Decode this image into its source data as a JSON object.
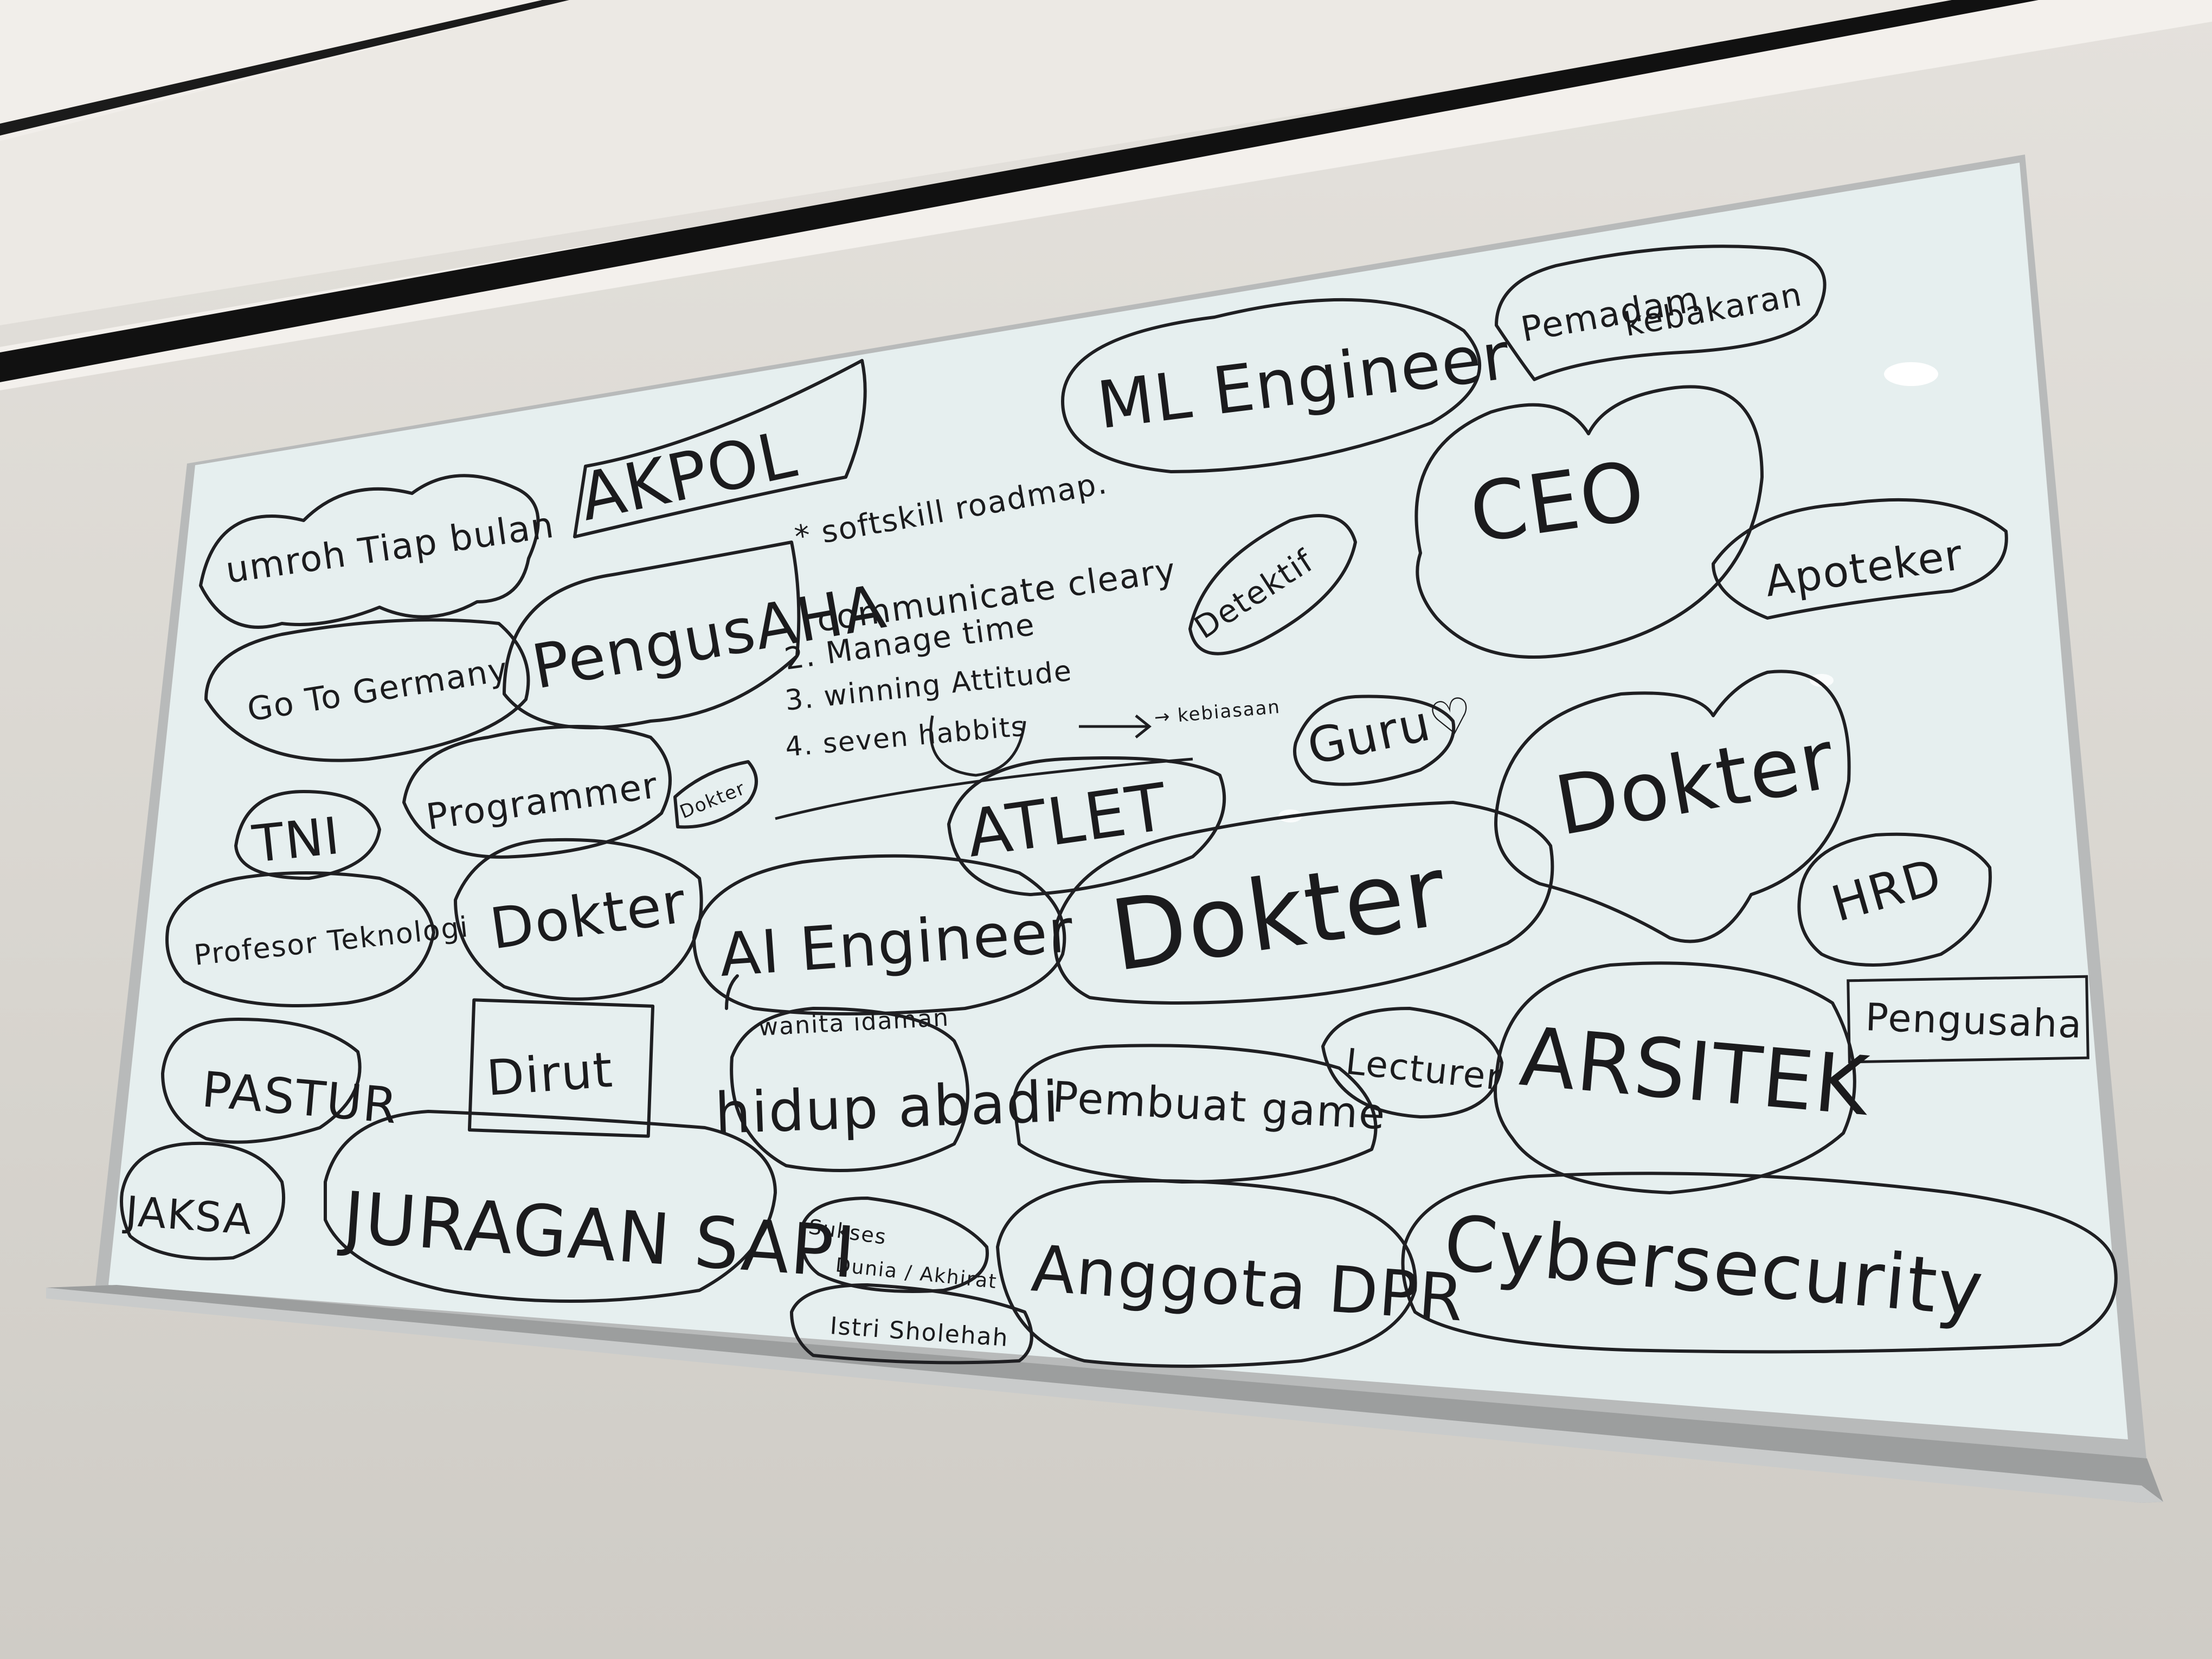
{
  "board": {
    "surface_color": "#e9f1f1",
    "frame_color": "#a9abab",
    "ink_color": "#1b1b1d"
  },
  "careers": [
    {
      "id": "umroh",
      "text": "umroh Tiap bulan"
    },
    {
      "id": "akpol",
      "text": "AKPOL"
    },
    {
      "id": "ml",
      "text": "ML Engineer"
    },
    {
      "id": "pemadam1",
      "text": "Pemadam"
    },
    {
      "id": "pemadam2",
      "text": "kebakaran"
    },
    {
      "id": "ceo",
      "text": "CEO"
    },
    {
      "id": "apoteker",
      "text": "Apoteker"
    },
    {
      "id": "detektif",
      "text": "Detektif"
    },
    {
      "id": "pengusaha",
      "text": "PengusAHA"
    },
    {
      "id": "germany",
      "text": "Go To Germany"
    },
    {
      "id": "programmer",
      "text": "Programmer"
    },
    {
      "id": "dokter_small",
      "text": "Dokter"
    },
    {
      "id": "tni",
      "text": "TNI"
    },
    {
      "id": "profesor",
      "text": "Profesor Teknologi"
    },
    {
      "id": "dokter2",
      "text": "Dokter"
    },
    {
      "id": "ai",
      "text": "AI Engineer"
    },
    {
      "id": "dokter3",
      "text": "Dokter"
    },
    {
      "id": "dokter4",
      "text": "Dokter"
    },
    {
      "id": "guru",
      "text": "Guru♡"
    },
    {
      "id": "atlet",
      "text": "ATLET"
    },
    {
      "id": "hrd",
      "text": "HRD"
    },
    {
      "id": "pastur",
      "text": "PASTUR"
    },
    {
      "id": "dirut",
      "text": "Dirut"
    },
    {
      "id": "wanita",
      "text": "wanita idaman"
    },
    {
      "id": "hidup",
      "text": "hidup abadi"
    },
    {
      "id": "pembuat",
      "text": "Pembuat game"
    },
    {
      "id": "lecturer",
      "text": "Lecturer"
    },
    {
      "id": "arsitek",
      "text": "ARSITEK"
    },
    {
      "id": "pengusaha2",
      "text": "Pengusaha"
    },
    {
      "id": "jaksa",
      "text": "JAKSA"
    },
    {
      "id": "juragan",
      "text": "JURAGAN SAPI"
    },
    {
      "id": "sukses1",
      "text": "Sukses"
    },
    {
      "id": "sukses2",
      "text": "Dunia / Akhirat"
    },
    {
      "id": "istri",
      "text": "Istri Sholehah"
    },
    {
      "id": "dpr",
      "text": "Anggota DPR"
    },
    {
      "id": "cyber",
      "text": "Cybersecurity"
    }
  ],
  "roadmap": {
    "heading": "* softskill roadmap.",
    "items": [
      "communicate cleary",
      "2. Manage time",
      "3. winning Attitude",
      "4. seven habbits",
      "→ kebiasaan"
    ]
  }
}
